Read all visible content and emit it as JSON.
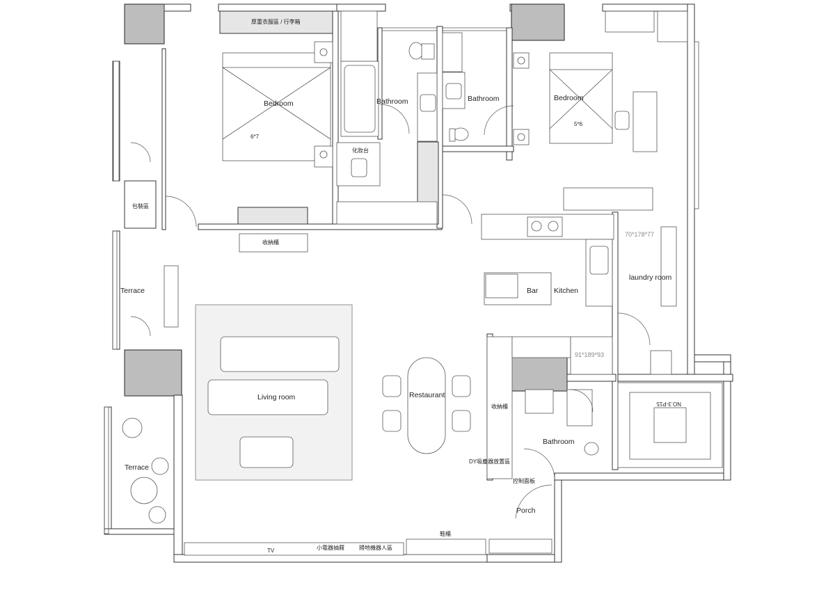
{
  "rooms": {
    "master_bedroom": "Bedroom",
    "master_bed_size": "6*7",
    "bedroom2": "Bedroom",
    "bedroom2_bed_size": "5*6",
    "bathroom1": "Bathroom",
    "bathroom2": "Bathroom",
    "bathroom3": "Bathroom",
    "terrace_top": "Terrace",
    "terrace_bottom": "Terrace",
    "living_room": "Living room",
    "restaurant": "Restaurant",
    "bar": "Bar",
    "kitchen": "Kitchen",
    "laundry_room": "laundry room",
    "porch": "Porch"
  },
  "labels": {
    "wardrobe_luggage": "厚重衣服區 / 行李箱",
    "vanity": "化妝台",
    "storage_cabinet": "收納櫃",
    "packing_area": "包裝區",
    "storage_cabinet_2": "收納櫃",
    "dyson_storage": "DY吸塵器放置區",
    "control_panel": "控制面板",
    "shoe_cabinet": "鞋櫃",
    "small_appliance_drawer": "小電器抽屜",
    "robot_vacuum_entry": "掃地機器人區",
    "tv": "TV",
    "laundry_dim": "70*178*77",
    "fridge_dim": "91*189*93",
    "machine_tag": "NO.3-P15"
  }
}
